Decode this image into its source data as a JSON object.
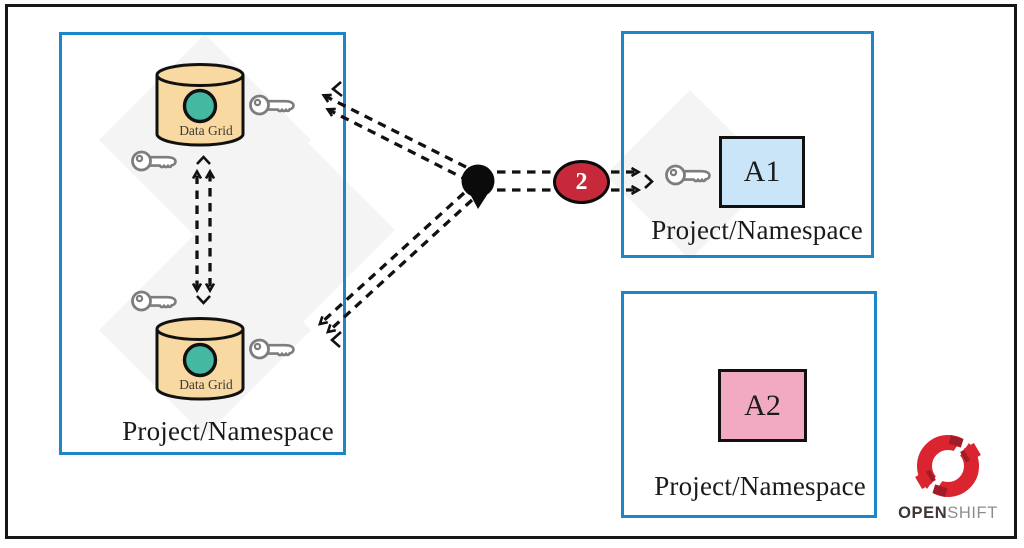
{
  "left_namespace": {
    "label": "Project/Namespace",
    "datagrid_top": {
      "label": "Data Grid"
    },
    "datagrid_bottom": {
      "label": "Data Grid"
    }
  },
  "right_top_namespace": {
    "label": "Project/Namespace",
    "app_label": "A1"
  },
  "right_bottom_namespace": {
    "label": "Project/Namespace",
    "app_label": "A2"
  },
  "connector": {
    "badge_label": "2"
  },
  "logo": {
    "open": "OPEN",
    "shift": "SHIFT"
  },
  "icons": {
    "key": "key-icon",
    "datagrid": "database-cylinder-icon",
    "endpoint": "service-endpoint-dot-icon",
    "openshift": "openshift-logo-icon"
  },
  "colors": {
    "namespace_border": "#1d86c8",
    "datagrid_fill": "#f8d9a2",
    "datagrid_dot": "#45b8a2",
    "app1_fill": "#c9e5f7",
    "app2_fill": "#f2a9c2",
    "badge_fill": "#c5293a",
    "logo_red": "#da2430",
    "logo_dark_red": "#a01d27",
    "arrow": "#111111",
    "key_gray": "#7d7d7d"
  }
}
